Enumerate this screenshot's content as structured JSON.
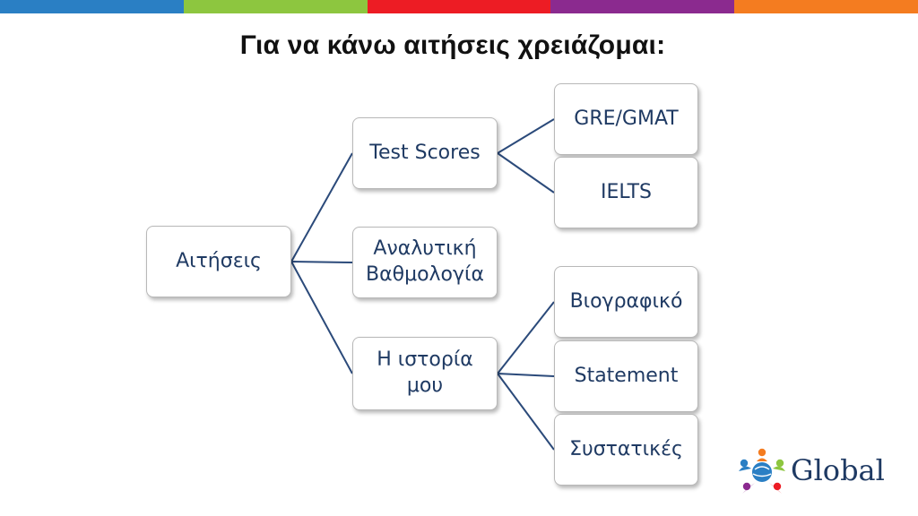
{
  "colors": {
    "topbar": [
      "#2a7fc4",
      "#8dc63f",
      "#ed1c24",
      "#8b2a8f",
      "#f47c20"
    ],
    "node_text": "#1f3a63",
    "connector": "#2b4a7a"
  },
  "slide": {
    "title": "Για να κάνω αιτήσεις χρειάζομαι:"
  },
  "diagram": {
    "root": {
      "label": "Αιτήσεις"
    },
    "test_scores": {
      "label": "Test Scores",
      "children": [
        {
          "label": "GRE/GMAT"
        },
        {
          "label": "IELTS"
        }
      ]
    },
    "analytic": {
      "label": "Αναλυτική Βαθμολογία"
    },
    "my_story": {
      "label": "Η ιστορία μου",
      "children": [
        {
          "label": "Βιογραφικό"
        },
        {
          "label": "Statement"
        },
        {
          "label": "Συστατικές"
        }
      ]
    }
  },
  "logo": {
    "word": "Global",
    "icon": "people-globe-icon"
  }
}
